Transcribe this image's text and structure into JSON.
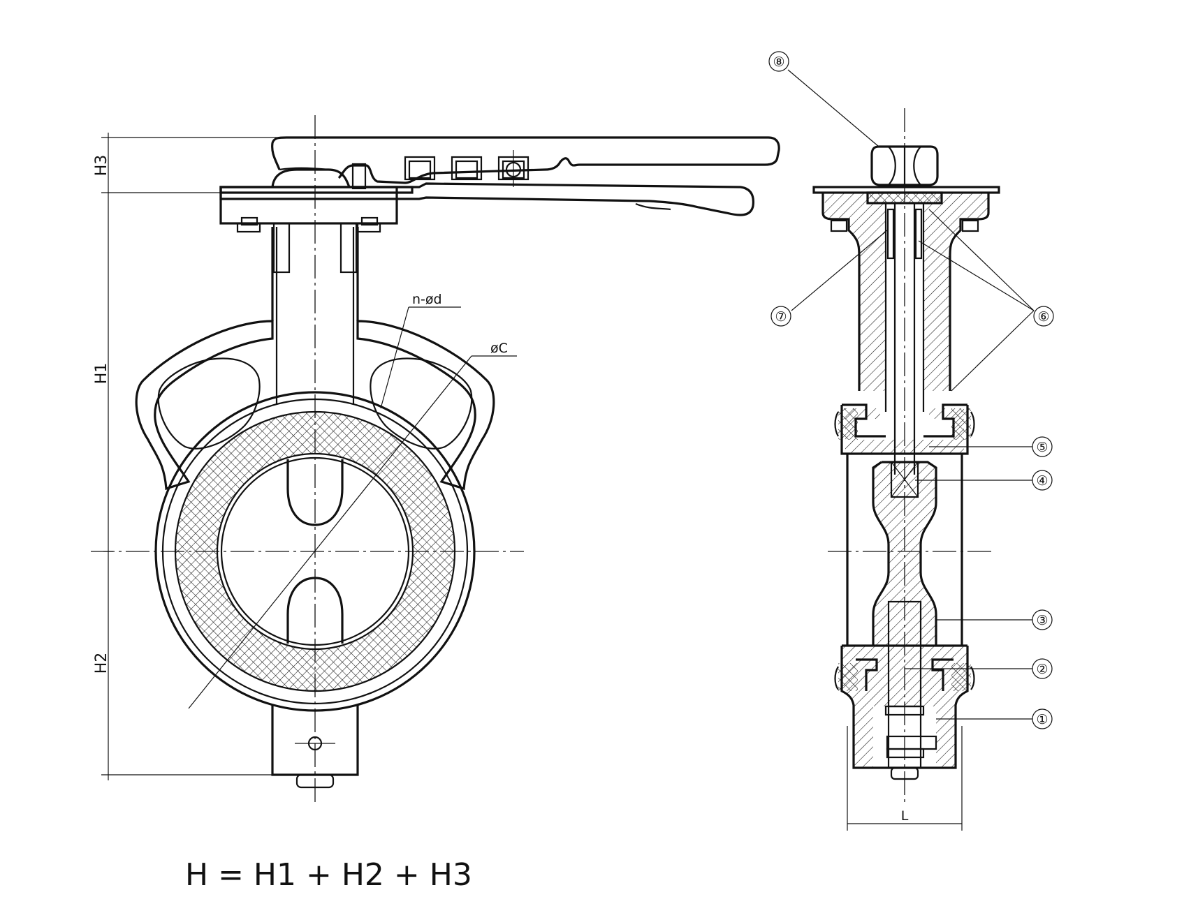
{
  "front_view": {
    "dimensions": {
      "h3": "H3",
      "h1": "H1",
      "h2": "H2",
      "bolt_holes": "n-ød",
      "bolt_circle": "øC"
    }
  },
  "side_view": {
    "dimension_l": "L",
    "callouts": [
      {
        "number": "⑧"
      },
      {
        "number": "⑦"
      },
      {
        "number": "⑥"
      },
      {
        "number": "⑤"
      },
      {
        "number": "④"
      },
      {
        "number": "③"
      },
      {
        "number": "②"
      },
      {
        "number": "①"
      }
    ]
  },
  "formula": "H = H1 + H2 + H3"
}
